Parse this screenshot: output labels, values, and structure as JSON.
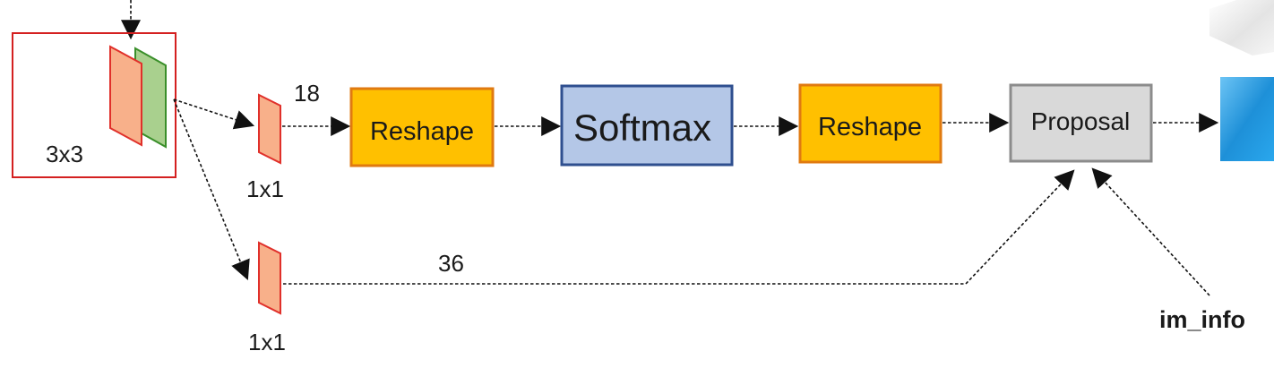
{
  "labels": {
    "kernel_3x3": "3x3",
    "conv_1x1_top": "1x1",
    "conv_1x1_bottom": "1x1",
    "channels_top": "18",
    "channels_bottom": "36",
    "im_info": "im_info"
  },
  "boxes": {
    "reshape_1": "Reshape",
    "softmax": "Softmax",
    "reshape_2": "Reshape",
    "proposal": "Proposal"
  },
  "colors": {
    "orange_box": "#FFC000",
    "orange_box_border": "#E07A10",
    "softmax_fill": "#B4C7E7",
    "softmax_border": "#2F4F8F",
    "proposal_fill": "#D9D9D9",
    "proposal_border": "#8C8C8C",
    "feature_map_orange": "#F8B08A",
    "feature_map_orange_border": "#E0302A",
    "feature_map_green": "#A9D08E",
    "feature_map_green_border": "#3A8F2A",
    "highlight_frame": "#D42020",
    "output_blue": "#1E90D8"
  }
}
